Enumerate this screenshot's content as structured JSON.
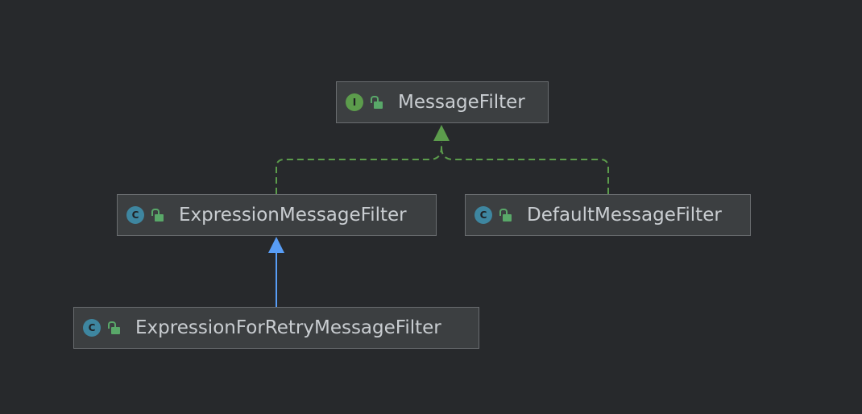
{
  "diagram": {
    "nodes": [
      {
        "id": "message-filter",
        "kind": "interface",
        "badge": "I",
        "badge_color": "#5c9c4c",
        "label": "MessageFilter"
      },
      {
        "id": "expression-message-filter",
        "kind": "class",
        "badge": "C",
        "badge_color": "#3e86a0",
        "label": "ExpressionMessageFilter"
      },
      {
        "id": "default-message-filter",
        "kind": "class",
        "badge": "C",
        "badge_color": "#3e86a0",
        "label": "DefaultMessageFilter"
      },
      {
        "id": "expression-for-retry-message-filter",
        "kind": "class",
        "badge": "C",
        "badge_color": "#3e86a0",
        "label": "ExpressionForRetryMessageFilter"
      }
    ],
    "edges": [
      {
        "from": "expression-message-filter",
        "to": "message-filter",
        "type": "implements",
        "color": "#5c9c4c",
        "style": "dashed"
      },
      {
        "from": "default-message-filter",
        "to": "message-filter",
        "type": "implements",
        "color": "#5c9c4c",
        "style": "dashed"
      },
      {
        "from": "expression-for-retry-message-filter",
        "to": "expression-message-filter",
        "type": "extends",
        "color": "#589df6",
        "style": "solid"
      }
    ],
    "access_icon": "unlocked-padlock-icon"
  }
}
